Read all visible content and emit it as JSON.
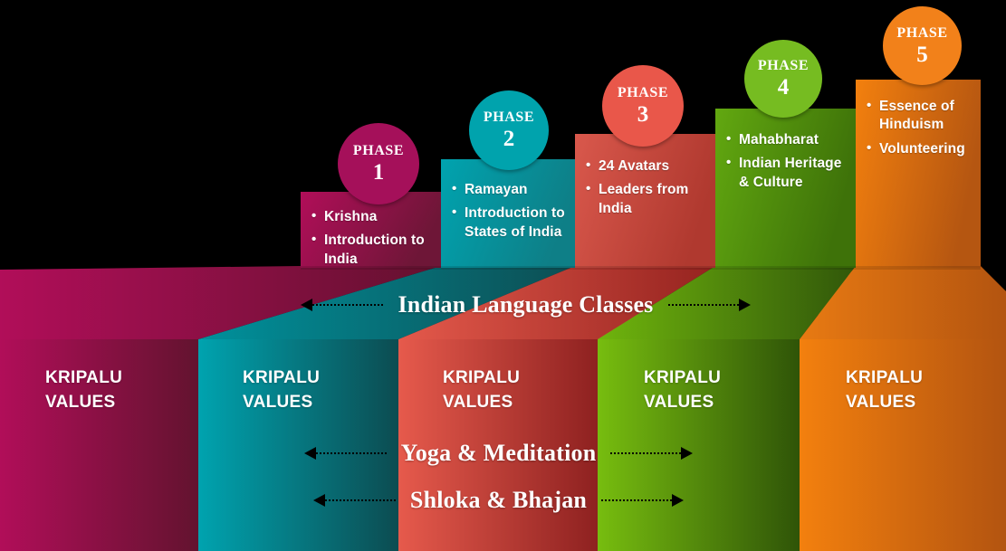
{
  "diagram": {
    "title": "Kripalu Phases Staircase",
    "base_label": "KRIPALU\nVALUES",
    "colors": {
      "phase1": "#A5105A",
      "phase2": "#00A0AC",
      "phase3": "#E35648",
      "phase4": "#76BC21",
      "phase5": "#F07F13",
      "background": "#000000",
      "arrow": "#000000",
      "text": "#FFFFFF"
    }
  },
  "phases": [
    {
      "badge_word": "PHASE",
      "badge_number": "1",
      "color": "#A5105A",
      "items": [
        "Krishna",
        "Introduction to India"
      ],
      "base_label": "KRIPALU\nVALUES"
    },
    {
      "badge_word": "PHASE",
      "badge_number": "2",
      "color": "#00A0AC",
      "items": [
        "Ramayan",
        "Introduction to States of India"
      ],
      "base_label": "KRIPALU\nVALUES"
    },
    {
      "badge_word": "PHASE",
      "badge_number": "3",
      "color": "#E35648",
      "items": [
        "24 Avatars",
        "Leaders from India"
      ],
      "base_label": "KRIPALU\nVALUES"
    },
    {
      "badge_word": "PHASE",
      "badge_number": "4",
      "color": "#76BC21",
      "items": [
        "Mahabharat",
        "Indian Heritage & Culture"
      ],
      "base_label": "KRIPALU\nVALUES"
    },
    {
      "badge_word": "PHASE",
      "badge_number": "5",
      "color": "#F07F13",
      "items": [
        "Essence of Hinduism",
        "Volunteering"
      ],
      "base_label": "KRIPALU\nVALUES"
    }
  ],
  "bands": [
    {
      "label": "Indian Language Classes"
    },
    {
      "label": "Yoga & Meditation"
    },
    {
      "label": "Shloka & Bhajan"
    }
  ]
}
